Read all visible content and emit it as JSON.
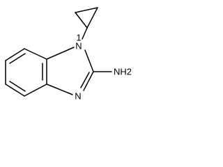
{
  "molecule": {
    "atoms": {
      "n1": "N",
      "n1_locant": "1",
      "n3": "N",
      "amine": "NH2"
    }
  }
}
